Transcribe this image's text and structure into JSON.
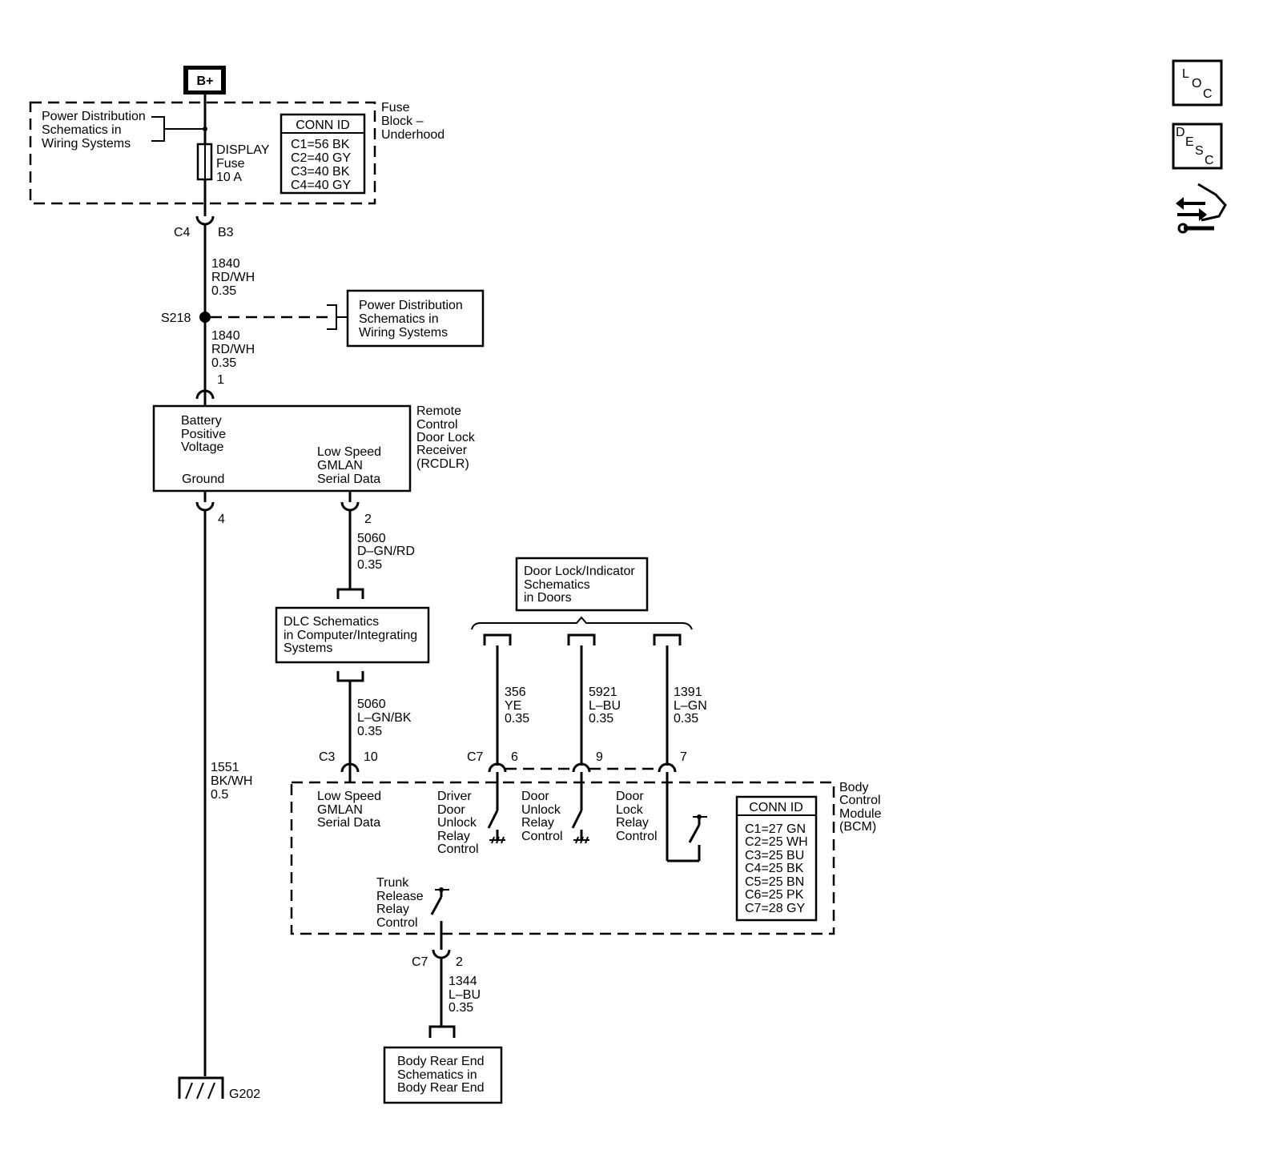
{
  "power": {
    "label": "B+"
  },
  "fuse_block": {
    "name": [
      "Fuse",
      "Block –",
      "Underhood"
    ],
    "ref": [
      "Power Distribution",
      "Schematics in",
      "Wiring Systems"
    ],
    "fuse": [
      "DISPLAY",
      "Fuse",
      "10 A"
    ],
    "conn_title": "CONN ID",
    "conn": [
      "C1=56 BK",
      "C2=40 GY",
      "C3=40 BK",
      "C4=40 GY"
    ],
    "pin_conn": "C4",
    "pin": "B3"
  },
  "wire_a": [
    "1840",
    "RD/WH",
    "0.35"
  ],
  "splice": {
    "label": "S218"
  },
  "pd_ref": [
    "Power Distribution",
    "Schematics in",
    "Wiring Systems"
  ],
  "wire_b": [
    "1840",
    "RD/WH",
    "0.35"
  ],
  "rcdlr": {
    "pin_batt": "1",
    "batt": [
      "Battery",
      "Positive",
      "Voltage"
    ],
    "gmlan": [
      "Low Speed",
      "GMLAN",
      "Serial Data"
    ],
    "ground": "Ground",
    "name": [
      "Remote",
      "Control",
      "Door Lock",
      "Receiver",
      "(RCDLR)"
    ],
    "pin_gnd": "4",
    "pin_data": "2"
  },
  "wire_c": [
    "5060",
    "D–GN/RD",
    "0.35"
  ],
  "dlc": [
    "DLC Schematics",
    "in Computer/Integrating",
    "Systems"
  ],
  "wire_d": [
    "5060",
    "L–GN/BK",
    "0.35"
  ],
  "wire_gnd": [
    "1551",
    "BK/WH",
    "0.5"
  ],
  "ground": {
    "label": "G202"
  },
  "door_ref": [
    "Door Lock/Indicator",
    "Schematics",
    "in Doors"
  ],
  "wire_356": [
    "356",
    "YE",
    "0.35"
  ],
  "wire_5921": [
    "5921",
    "L–BU",
    "0.35"
  ],
  "wire_1391": [
    "1391",
    "L–GN",
    "0.35"
  ],
  "bcm": {
    "c3": "C3",
    "p10": "10",
    "c7": "C7",
    "p6": "6",
    "p9": "9",
    "p7": "7",
    "gmlan": [
      "Low Speed",
      "GMLAN",
      "Serial Data"
    ],
    "driver_unlock": [
      "Driver",
      "Door",
      "Unlock",
      "Relay",
      "Control"
    ],
    "door_unlock": [
      "Door",
      "Unlock",
      "Relay",
      "Control"
    ],
    "door_lock": [
      "Door",
      "Lock",
      "Relay",
      "Control"
    ],
    "trunk": [
      "Trunk",
      "Release",
      "Relay",
      "Control"
    ],
    "name": [
      "Body",
      "Control",
      "Module",
      "(BCM)"
    ],
    "conn_title": "CONN ID",
    "conn": [
      "C1=27 GN",
      "C2=25 WH",
      "C3=25 BU",
      "C4=25 BK",
      "C5=25 BN",
      "C6=25 PK",
      "C7=28 GY"
    ],
    "c7b": "C7",
    "p2": "2"
  },
  "wire_1344": [
    "1344",
    "L–BU",
    "0.35"
  ],
  "rear_ref": [
    "Body Rear End",
    "Schematics in",
    "Body Rear End"
  ],
  "icons": {
    "loc": [
      "L",
      "O",
      "C"
    ],
    "desc": [
      "D",
      "E",
      "S",
      "C"
    ]
  }
}
